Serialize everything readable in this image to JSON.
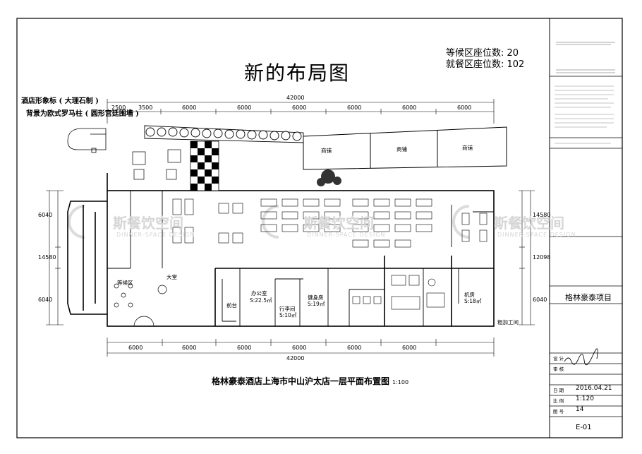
{
  "plan": {
    "title": "新的布局图",
    "seats_waiting": "等候区座位数: 20",
    "seats_dining": "就餐区座位数: 102",
    "note_landmark": "酒店形象标 ( 大理石制 )",
    "note_background": "背景为欧式罗马柱 ( 圆形宫廷围墙 )",
    "caption": "格林豪泰酒店上海市中山沪太店一层平面布置图",
    "caption_scale": "1:100"
  },
  "dimensions": {
    "top_total": "42000",
    "top_segments": [
      "2500",
      "3500",
      "6000",
      "6000",
      "6000",
      "6000",
      "6000",
      "6000"
    ],
    "bottom_segments": [
      "6000",
      "6000",
      "6000",
      "6000",
      "6000",
      "6000"
    ],
    "bottom_total": "42000",
    "left_segments": [
      "6040",
      "14580",
      "6040"
    ],
    "right_segments": [
      "14580",
      "12098",
      "6040"
    ]
  },
  "rooms": {
    "shop_1": "商铺",
    "shop_2": "商铺",
    "shop_3": "商铺",
    "lobby": "大堂",
    "office": "办公室",
    "office_area": "S:22.5㎡",
    "luggage": "行李间",
    "luggage_area": "S:10㎡",
    "gym": "健身房",
    "gym_area": "S:19㎡",
    "machine_room": "机房",
    "machine_area": "S:18㎡",
    "waiting": "等候区",
    "front_desk": "前台",
    "processing": "粗加工间"
  },
  "watermark": {
    "text": "斯餐饮空间",
    "sub": "DINNER-SPACE DESIGN"
  },
  "title_block": {
    "project": "格林豪泰项目",
    "date": "2016.04.21",
    "scale": "1:120",
    "page": "14",
    "sheet": "E-01",
    "field_draw": "设 计",
    "field_check": "审 核",
    "field_date": "日 期",
    "field_scale": "比 例",
    "field_no": "图 号"
  }
}
